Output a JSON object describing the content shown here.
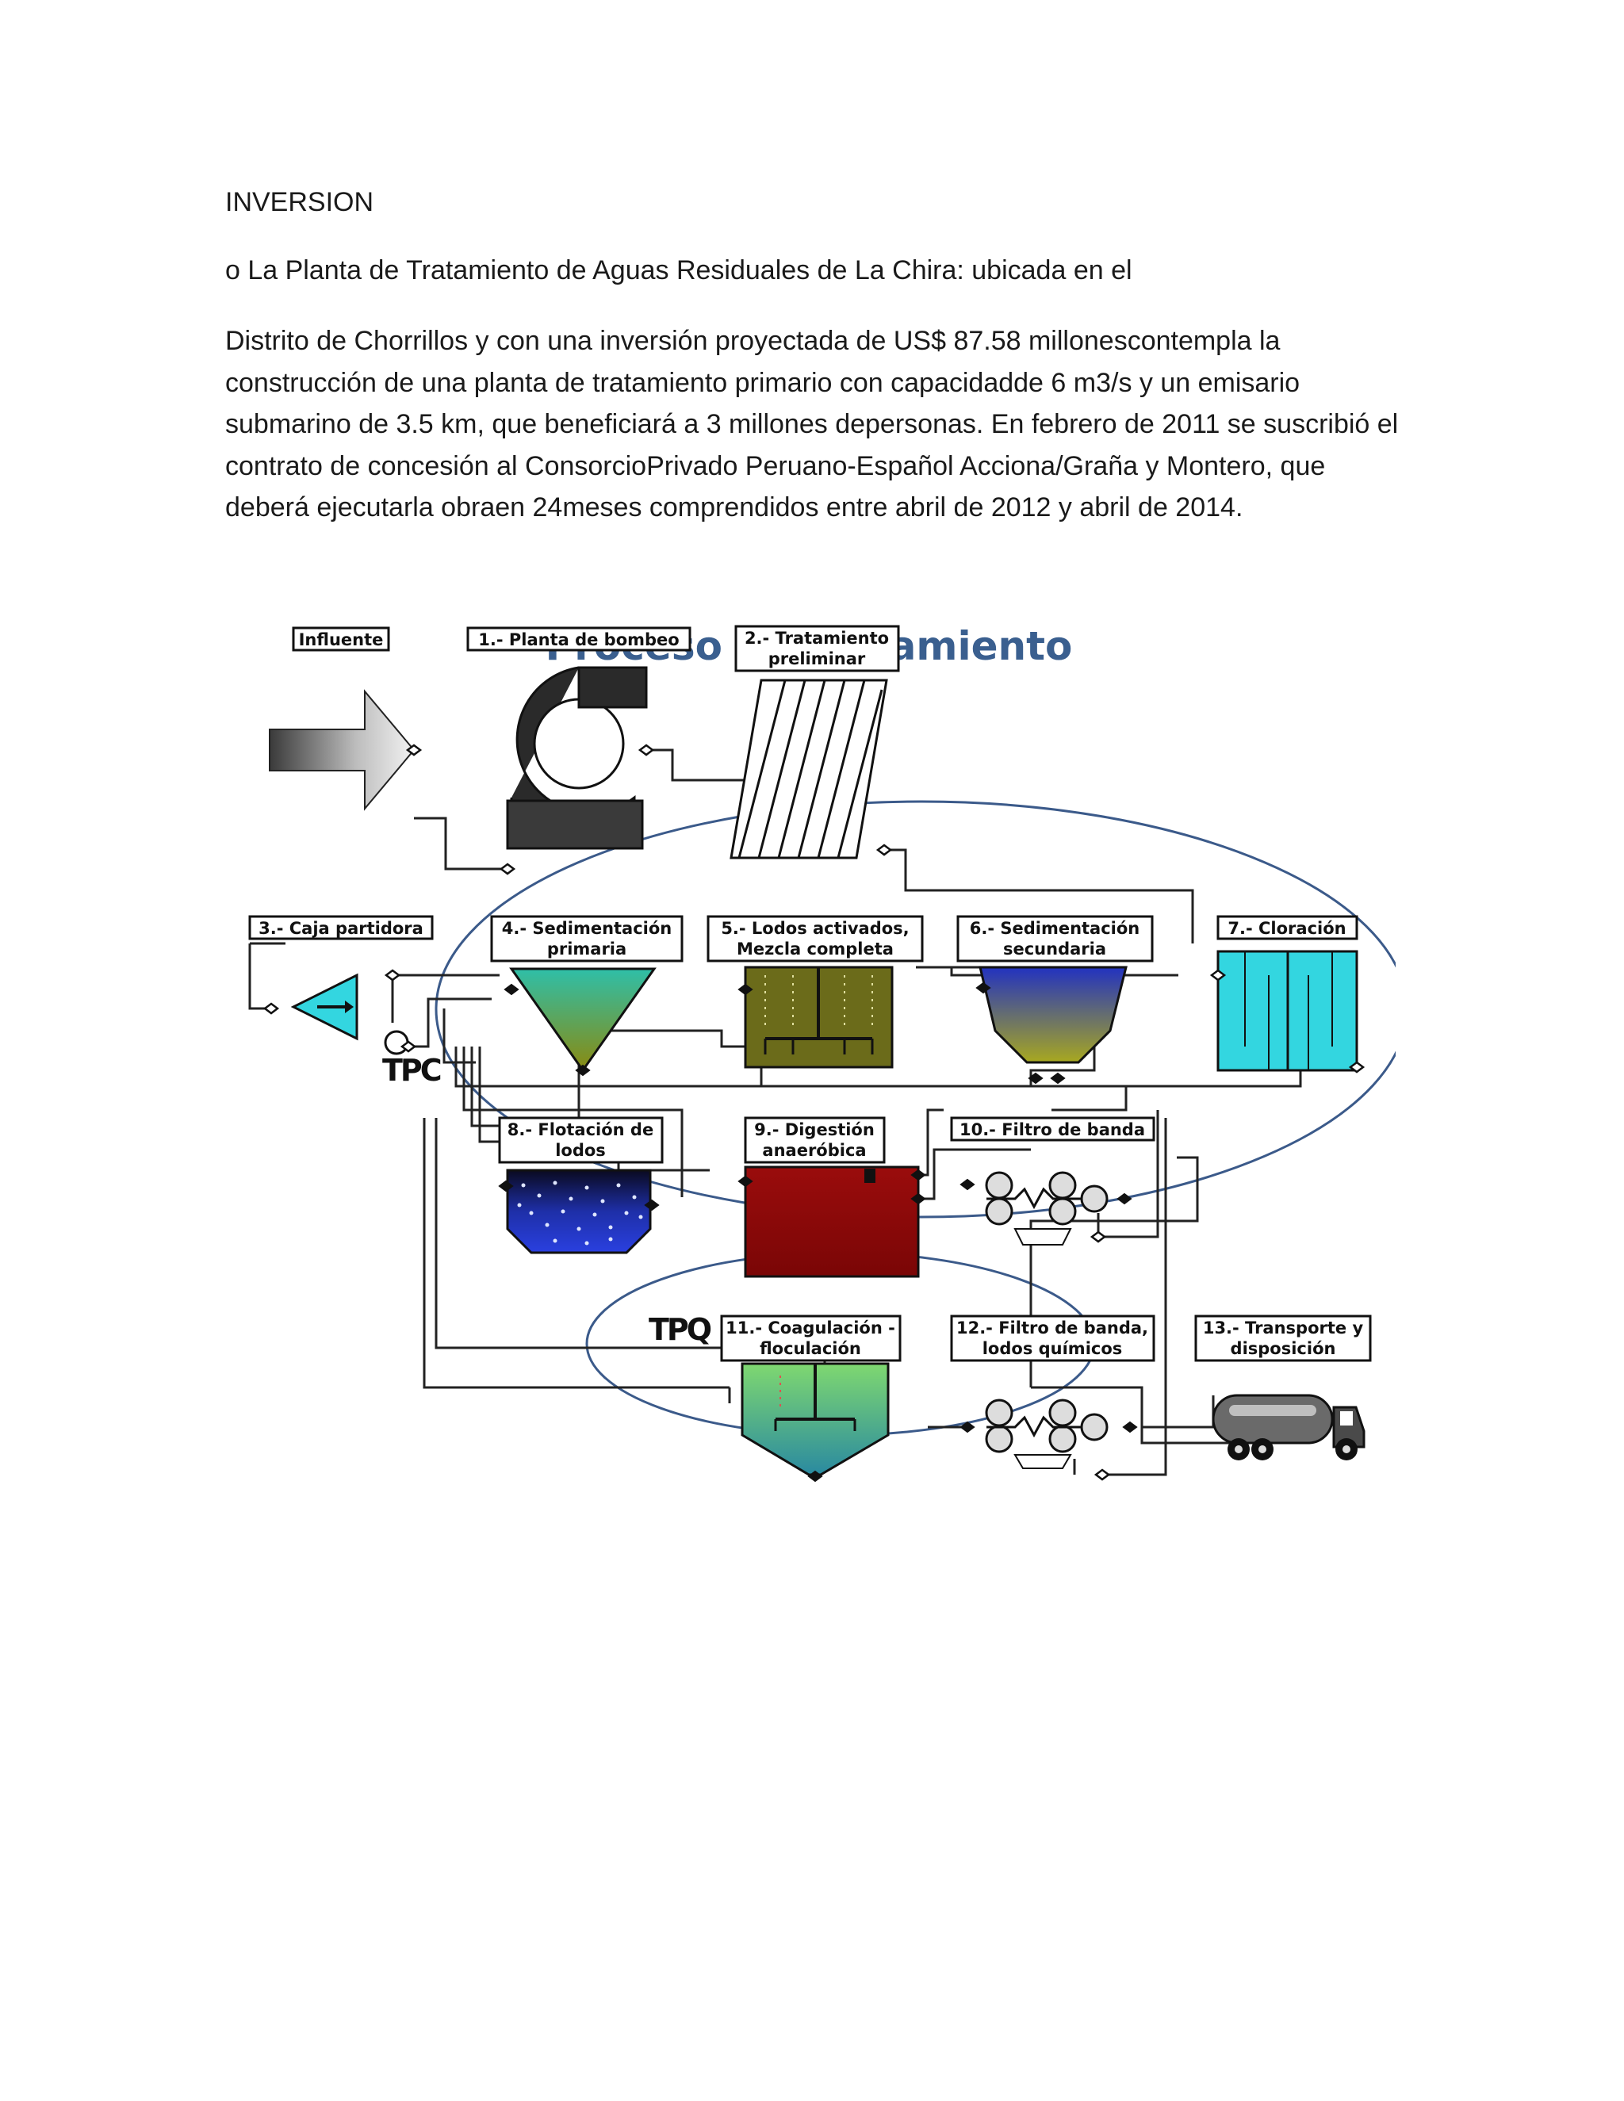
{
  "document": {
    "heading": "INVERSION",
    "bullet": "o La Planta de Tratamiento de Aguas Residuales de La Chira: ubicada en el",
    "paragraph_lines": [
      "Distrito de Chorrillos y con una inversión proyectada de US$ 87.58 millonescontempla la",
      "construcción de una planta de tratamiento primario con capacidadde 6 m3/s y un emisario",
      "submarino de 3.5 km, que beneficiará a 3 millones depersonas. En febrero de 2011 se suscribió el",
      "contrato de concesión al ConsorcioPrivado Peruano-Español Acciona/Graña y Montero, que",
      "deberá ejecutarla obraen 24meses comprendidos entre abril de 2012 y abril de 2014."
    ]
  },
  "figure": {
    "title": "Proceso de tratamiento",
    "title_color": "#3a5f8f",
    "labels": {
      "influente": "Influente",
      "bombeo": "1.- Planta de bombeo",
      "preliminar_1": "2.- Tratamiento",
      "preliminar_2": "preliminar",
      "caja": "3.- Caja partidora",
      "sed_prim_1": "4.- Sedimentación",
      "sed_prim_2": "primaria",
      "lodos_1": "5.- Lodos activados,",
      "lodos_2": "Mezcla completa",
      "sed_sec_1": "6.- Sedimentación",
      "sed_sec_2": "secundaria",
      "cloracion": "7.- Cloración",
      "flotacion_1": "8.- Flotación de",
      "flotacion_2": "lodos",
      "digestion_1": "9.- Digestión",
      "digestion_2": "anaeróbica",
      "filtro": "10.- Filtro de banda",
      "coag_1": "11.- Coagulación -",
      "coag_2": "floculación",
      "filtro_q_1": "12.- Filtro de banda,",
      "filtro_q_2": "lodos químicos",
      "transporte_1": "13.- Transporte y",
      "transporte_2": "disposición",
      "tpc": "TPC",
      "tpq": "TPQ"
    },
    "colors": {
      "ellipse": "#3b5a8a",
      "cyan": "#33d6e0",
      "olive": "#6b6b1a",
      "darkred": "#8b0a0a",
      "blue_dark": "#1e2fa8",
      "green": "#7fc26a"
    }
  }
}
